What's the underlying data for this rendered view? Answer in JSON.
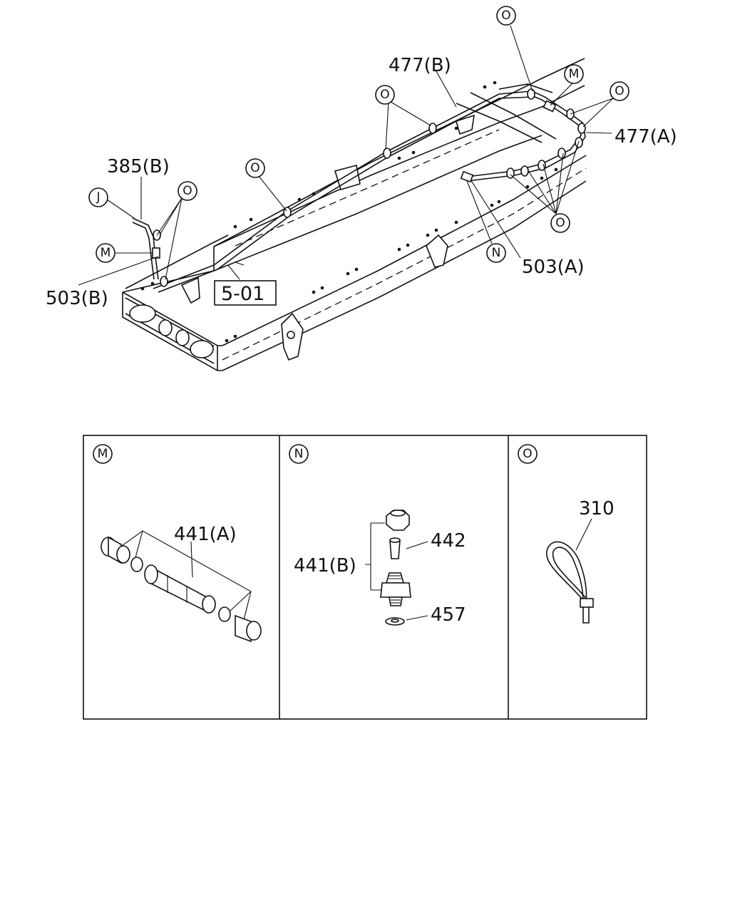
{
  "diagram": {
    "callouts": {
      "c477b": "477(B)",
      "c477a": "477(A)",
      "c385b": "385(B)",
      "c503a": "503(A)",
      "c503b": "503(B)",
      "c501": "5-01",
      "c441a": "441(A)",
      "c441b": "441(B)",
      "c442": "442",
      "c457": "457",
      "c310": "310"
    },
    "markers": {
      "o": "O",
      "m": "M",
      "n": "N",
      "j": "J"
    }
  },
  "detail_panels": [
    {
      "key": "M"
    },
    {
      "key": "N"
    },
    {
      "key": "O"
    }
  ],
  "colors": {
    "line": "#111111",
    "background": "#ffffff"
  }
}
